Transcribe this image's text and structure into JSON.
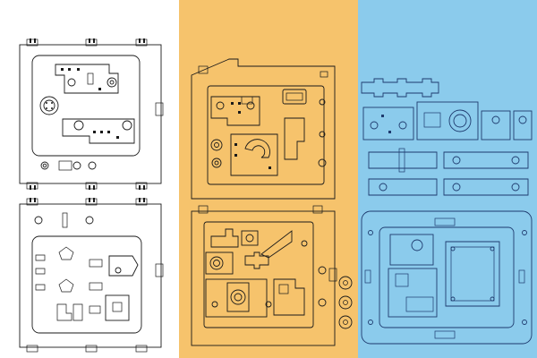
{
  "panels": [
    {
      "id": "left",
      "background": "#ffffff"
    },
    {
      "id": "mid",
      "background": "#f6c36c"
    },
    {
      "id": "right",
      "background": "#8bcbec"
    }
  ],
  "colors": {
    "line_dark": "#1a1a1a",
    "line_blue": "#1e3a6e"
  }
}
